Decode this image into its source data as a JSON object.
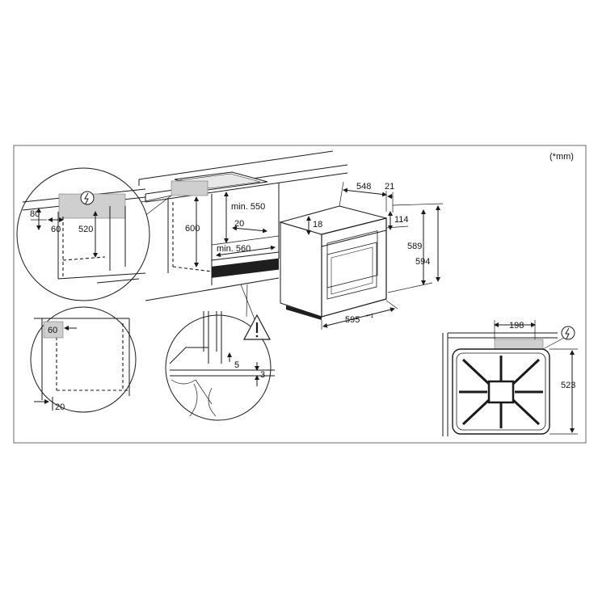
{
  "unit_note": "(*mm)",
  "detail_top_left": {
    "dims": [
      "80",
      "60",
      "520"
    ]
  },
  "cabinet": {
    "dims": [
      "600",
      "min. 550",
      "20",
      "min. 560"
    ]
  },
  "detail_bottom_left": {
    "dims": [
      "60",
      "20"
    ]
  },
  "detail_bottom_center": {
    "dims": [
      "5",
      "3"
    ]
  },
  "oven": {
    "dims": [
      "548",
      "21",
      "114",
      "18",
      "589",
      "594",
      "595",
      "+-1"
    ]
  },
  "hob_plan": {
    "dims": [
      "198",
      "523"
    ]
  },
  "colors": {
    "line": "#1a1a1a",
    "highlight": "#cfcfcf",
    "frame": "#6b6b6b"
  }
}
